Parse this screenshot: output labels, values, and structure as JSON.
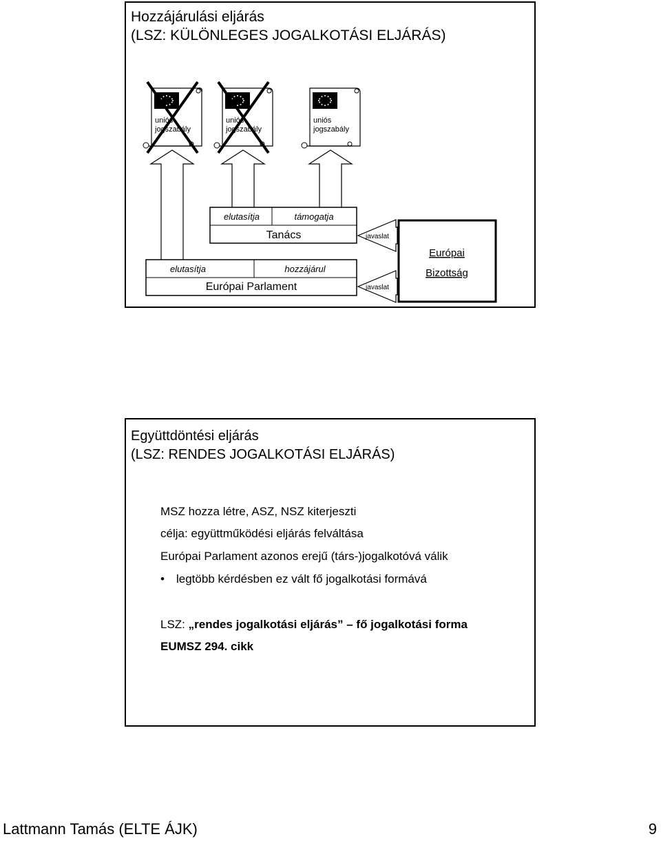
{
  "slide1": {
    "title_line1": "Hozzájárulási eljárás",
    "title_line2": "(LSZ: KÜLÖNLEGES JOGALKOTÁSI ELJÁRÁS)",
    "documents": [
      {
        "line1": "uniós",
        "line2": "jogszabály",
        "crossed": true
      },
      {
        "line1": "uniós",
        "line2": "jogszabály",
        "crossed": true
      },
      {
        "line1": "uniós",
        "line2": "jogszabály",
        "crossed": false
      }
    ],
    "council": {
      "rejects": "elutasítja",
      "supports": "támogatja",
      "name": "Tanács"
    },
    "parliament": {
      "rejects": "elutasítja",
      "consents": "hozzájárul",
      "name": "Európai Parlament"
    },
    "commission": {
      "line1": "Európai",
      "line2": "Bizottság"
    },
    "proposal_label_1": "javaslat",
    "proposal_label_2": "javaslat"
  },
  "slide2": {
    "title_line1": "Együttdöntési eljárás",
    "title_line2": "(LSZ: RENDES JOGALKOTÁSI ELJÁRÁS)",
    "line1": "MSZ hozza létre, ASZ, NSZ kiterjeszti",
    "line2": "célja: együttműködési eljárás felváltása",
    "line3": "Európai Parlament azonos erejű (társ-)jogalkotóvá válik",
    "bullet": "legtöbb kérdésben ez vált fő jogalkotási formává",
    "lsz_prefix": "LSZ: ",
    "lsz_bold": "„rendes jogalkotási eljárás” – fő jogalkotási forma",
    "eumsz": "EUMSZ 294. cikk"
  },
  "footer": {
    "author": "Lattmann Tamás (ELTE ÁJK)",
    "page_number": "9"
  }
}
